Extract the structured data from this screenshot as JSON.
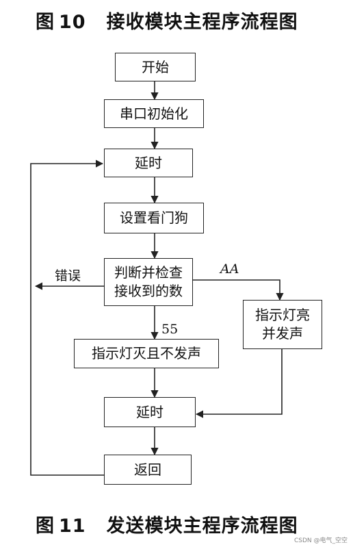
{
  "headings": {
    "top": {
      "prefix": "图",
      "number": "10",
      "title": "接收模块主程序流程图"
    },
    "bottom": {
      "prefix": "图",
      "number": "11",
      "title": "发送模块主程序流程图"
    }
  },
  "flowchart": {
    "start": "开始",
    "serial_init": "串口初始化",
    "delay_1": "延时",
    "set_watchdog": "设置看门狗",
    "check_line1": "判断并检查",
    "check_line2": "接收到的数",
    "indicator_on_line1": "指示灯亮",
    "indicator_on_line2": "并发声",
    "indicator_off": "指示灯灭且不发声",
    "delay_2": "延时",
    "return": "返回"
  },
  "edge_labels": {
    "error": "错误",
    "aa": "AA",
    "fifty_five": "55"
  },
  "watermark": "CSDN @电气_空空"
}
